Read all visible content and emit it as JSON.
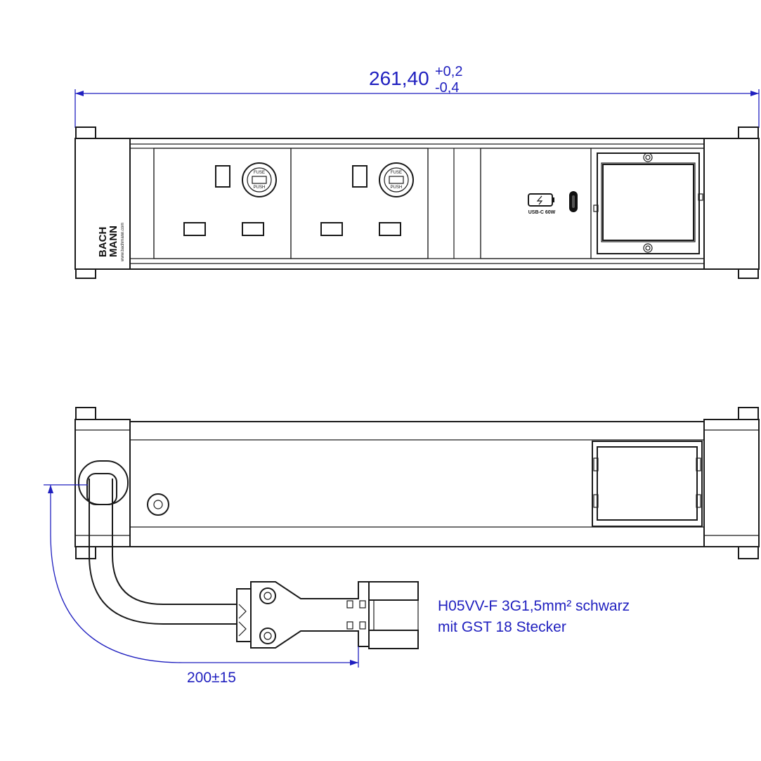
{
  "dimensions": {
    "overall_length": "261,40",
    "tol_plus": "+0,2",
    "tol_minus": "-0,4",
    "cable_length": "200±15"
  },
  "brand": {
    "line1": "BACH",
    "line2": "MANN",
    "url": "www.bachmann.com"
  },
  "sockets": [
    {
      "fuse_top": "FUSE",
      "fuse_bottom": "PUSH"
    },
    {
      "fuse_top": "FUSE",
      "fuse_bottom": "PUSH"
    }
  ],
  "usb": {
    "label": "USB-C 60W"
  },
  "cable_note": {
    "line1": "H05VV-F 3G1,5mm² schwarz",
    "line2": "mit GST 18 Stecker"
  }
}
